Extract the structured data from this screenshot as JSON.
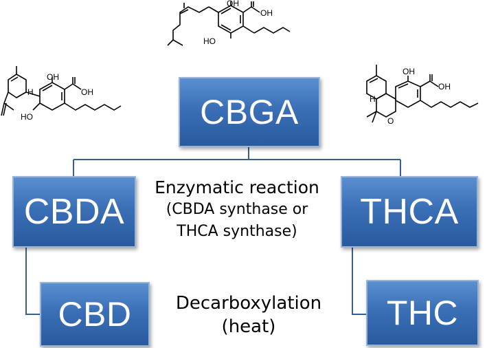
{
  "nodes": {
    "cbga": "CBGA",
    "cbda": "CBDA",
    "thca": "THCA",
    "cbd": "CBD",
    "thc": "THC"
  },
  "annotations": {
    "enzymatic_title": "Enzymatic reaction",
    "enzymatic_line1": "(CBDA synthase or",
    "enzymatic_line2": "THCA synthase)",
    "decarb_title": "Decarboxylation",
    "decarb_sub": "(heat)"
  },
  "structures": {
    "cbga_oh_top": "OH",
    "cbga_acid": "OH",
    "cbga_ho": "HO",
    "cbda_oh": "OH",
    "cbda_acid": "OH",
    "cbda_ho": "HO",
    "cbda_h": "H",
    "thca_oh": "OH",
    "thca_acid": "OH",
    "thca_o": "O",
    "thca_h": "H"
  },
  "colors": {
    "box_top": "#5a90d0",
    "box_bottom": "#2a5a9e",
    "connector": "#3a5f8f"
  }
}
